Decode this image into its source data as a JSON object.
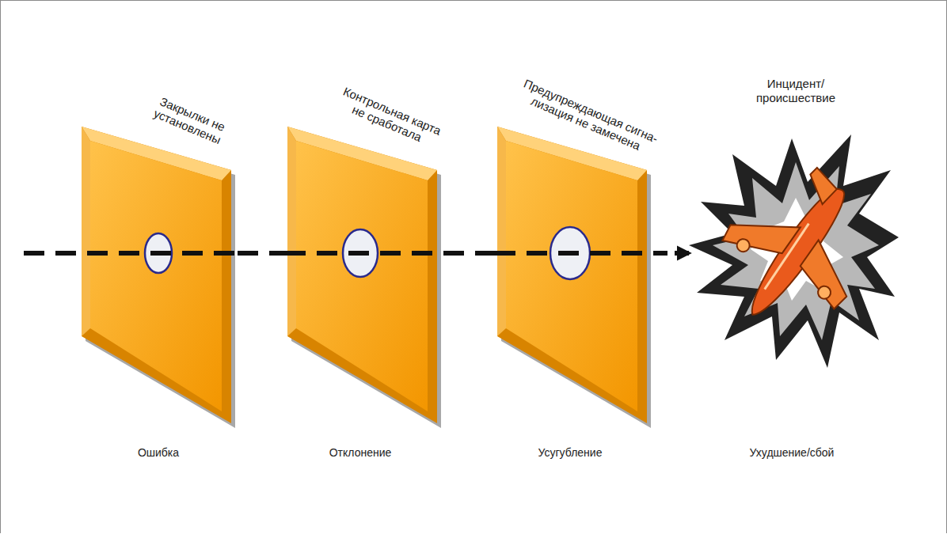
{
  "diagram": {
    "nodes": [
      {
        "text": [
          "Закрылки не установлены"
        ]
      },
      {
        "text": [
          "Контрольная карта не сработала"
        ]
      },
      {
        "text": [
          "Предупреждающая сигна- лизация не замечена"
        ]
      },
      {
        "text": [
          "Инцидент/ происшествие"
        ]
      }
    ],
    "edges": [
      {
        "from": 0,
        "to": 1,
        "arrow": "none"
      },
      {
        "from": 1,
        "to": 2,
        "arrow": "none"
      },
      {
        "from": 2,
        "to": 3,
        "arrow": "to"
      }
    ],
    "labels": [
      "Ошибка",
      "Отклонение",
      "Усугубление",
      "Ухудшение/сбой"
    ]
  }
}
